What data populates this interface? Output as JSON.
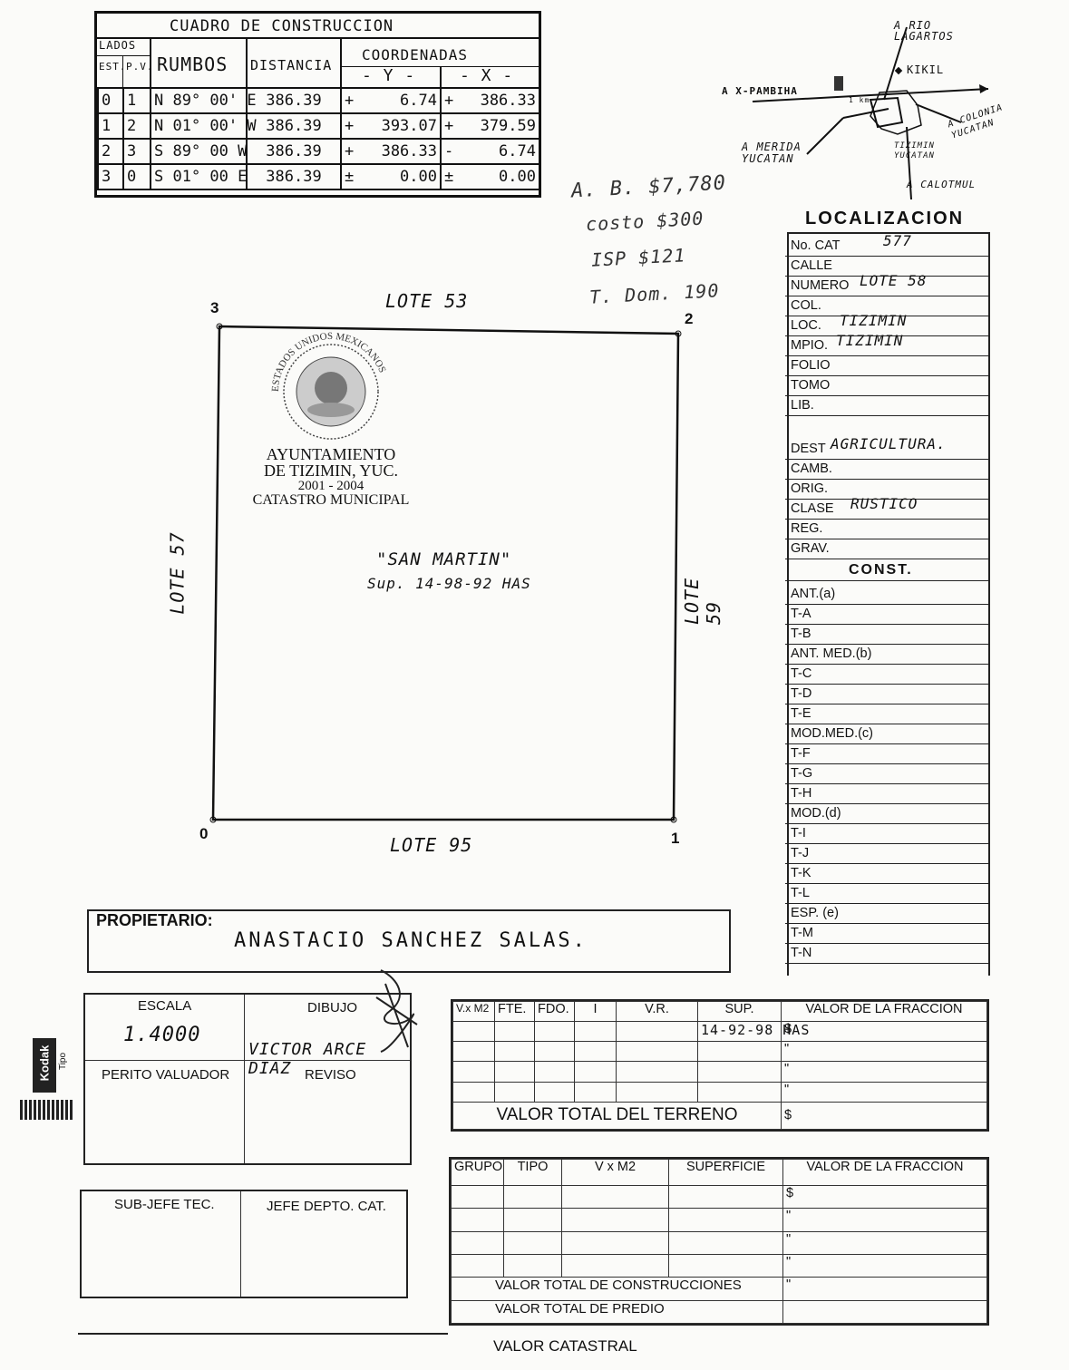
{
  "construction_table": {
    "title": "CUADRO DE CONSTRUCCION",
    "headers": {
      "lados": "LADOS",
      "est": "EST.",
      "pv": "P.V.",
      "rumbos": "RUMBOS",
      "distancia": "DISTANCIA",
      "coordenadas": "COORDENADAS",
      "y": "- Y -",
      "x": "- X -"
    },
    "rows": [
      {
        "est": "0",
        "pv": "1",
        "rumbo": "N 89° 00' E",
        "distancia": "386.39",
        "y_sign": "+",
        "y": "6.74",
        "x_sign": "+",
        "x": "386.33"
      },
      {
        "est": "1",
        "pv": "2",
        "rumbo": "N 01° 00' W",
        "distancia": "386.39",
        "y_sign": "+",
        "y": "393.07",
        "x_sign": "+",
        "x": "379.59"
      },
      {
        "est": "2",
        "pv": "3",
        "rumbo": "S 89° 00 W",
        "distancia": "386.39",
        "y_sign": "+",
        "y": "386.33",
        "x_sign": "-",
        "x": "6.74"
      },
      {
        "est": "3",
        "pv": "0",
        "rumbo": "S 01° 00 E",
        "distancia": "386.39",
        "y_sign": "±",
        "y": "0.00",
        "x_sign": "±",
        "x": "0.00"
      }
    ]
  },
  "notes": [
    "A. B. $7,780",
    "costo $300",
    "ISP $121",
    "T. Dom. 190"
  ],
  "location_map": {
    "labels": {
      "rio": "A RIO LAGARTOS",
      "kikil": "KIKIL",
      "pambina": "A X-PAMBIHA",
      "merida": "A MERIDA YUCATAN",
      "colonia": "A COLONIA YUCATAN",
      "tizimin": "TIZIMIN YUCATAN",
      "calotmul": "A CALOTMUL",
      "marker": "1 km"
    }
  },
  "plan": {
    "lote_top": "LOTE 53",
    "lote_bottom": "LOTE 95",
    "lote_left": "LOTE 57",
    "lote_right": "LOTE 59",
    "vertices": [
      "0",
      "1",
      "2",
      "3"
    ],
    "name": "\"SAN MARTIN\"",
    "surface": "Sup. 14-98-92 HAS"
  },
  "seal": {
    "ring_text": "ESTADOS UNIDOS MEXICANOS",
    "line1": "AYUNTAMIENTO",
    "line2": "DE TIZIMIN, YUC.",
    "line3": "2001 - 2004",
    "line4": "CATASTRO MUNICIPAL"
  },
  "localizacion": {
    "title": "LOCALIZACION",
    "rows": [
      {
        "label": "No. CAT",
        "value": "577"
      },
      {
        "label": "CALLE",
        "value": ""
      },
      {
        "label": "NUMERO",
        "value": "LOTE 58"
      },
      {
        "label": "COL.",
        "value": ""
      },
      {
        "label": "LOC.",
        "value": "TIZIMIN"
      },
      {
        "label": "MPIO.",
        "value": "TIZIMIN"
      },
      {
        "label": "FOLIO",
        "value": ""
      },
      {
        "label": "TOMO",
        "value": ""
      },
      {
        "label": "LIB.",
        "value": ""
      },
      {
        "label": "DEST",
        "value": "AGRICULTURA."
      },
      {
        "label": "CAMB.",
        "value": ""
      },
      {
        "label": "ORIG.",
        "value": ""
      },
      {
        "label": "CLASE",
        "value": "RUSTICO"
      },
      {
        "label": "REG.",
        "value": ""
      },
      {
        "label": "GRAV.",
        "value": ""
      }
    ],
    "const_title": "CONST.",
    "const_rows": [
      "ANT.(a)",
      "T-A",
      "T-B",
      "ANT. MED.(b)",
      "T-C",
      "T-D",
      "T-E",
      "MOD.MED.(c)",
      "T-F",
      "T-G",
      "T-H",
      "MOD.(d)",
      "T-I",
      "T-J",
      "T-K",
      "T-L",
      "ESP. (e)",
      "T-M",
      "T-N"
    ]
  },
  "owner": {
    "label": "PROPIETARIO:",
    "name": "ANASTACIO SANCHEZ SALAS."
  },
  "signatures": {
    "escala_label": "ESCALA",
    "escala_value": "1.4000",
    "dibujo_label": "DIBUJO",
    "dibujo_value": "VICTOR ARCE DIAZ",
    "perito_label": "PERITO VALUADOR",
    "reviso_label": "REVISO",
    "subjefe_label": "SUB-JEFE TEC.",
    "jefe_label": "JEFE DEPTO. CAT."
  },
  "terreno_table": {
    "headers": [
      "V.x M2",
      "FTE.",
      "FDO.",
      "I",
      "V.R.",
      "SUP.",
      "VALOR DE LA FRACCION"
    ],
    "sup_value": "14-92-98 HAS",
    "fraction_marks": [
      "$",
      "\"",
      "\"",
      "\""
    ],
    "total_label": "VALOR TOTAL DEL TERRENO",
    "total_mark": "$"
  },
  "construcciones_table": {
    "headers": [
      "GRUPO",
      "TIPO",
      "V x M2",
      "SUPERFICIE",
      "VALOR DE LA FRACCION"
    ],
    "fraction_marks": [
      "$",
      "\"",
      "\"",
      "\"",
      "\""
    ],
    "total_const_label": "VALOR TOTAL DE CONSTRUCCIONES",
    "total_predio_label": "VALOR TOTAL DE PREDIO",
    "catastral_label": "VALOR CATASTRAL"
  },
  "side_stamp": {
    "brand": "Kodak",
    "text": "Tipo"
  }
}
